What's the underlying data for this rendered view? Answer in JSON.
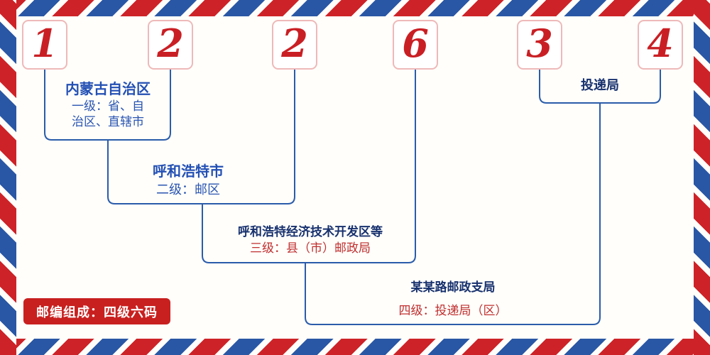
{
  "postal_code": {
    "digits": [
      "1",
      "2",
      "2",
      "6",
      "3",
      "4"
    ]
  },
  "labels": {
    "level1": {
      "name": "内蒙古自治区",
      "desc_line1": "一级：省、自",
      "desc_line2": "治区、直辖市"
    },
    "level2": {
      "name": "呼和浩特市",
      "desc": "二级：邮区"
    },
    "level3": {
      "name": "呼和浩特经济技术开发区等",
      "desc": "三级：县（市）邮政局"
    },
    "level4": {
      "name": "某某路邮政支局",
      "desc": "四级：投递局（区）"
    },
    "delivery_office": {
      "name": "投递局"
    }
  },
  "badge": {
    "text": "邮编组成：四级六码"
  },
  "colors": {
    "stripe_red": "#cd2328",
    "stripe_blue": "#2a57a5",
    "digit_red": "#c91f24",
    "connector_blue": "#2a5caa",
    "name_blue": "#2350b4",
    "name_navy": "#17316e",
    "desc_blue": "#2a55b2",
    "desc_red": "#bf2f2f",
    "badge_red": "#c8201f"
  }
}
